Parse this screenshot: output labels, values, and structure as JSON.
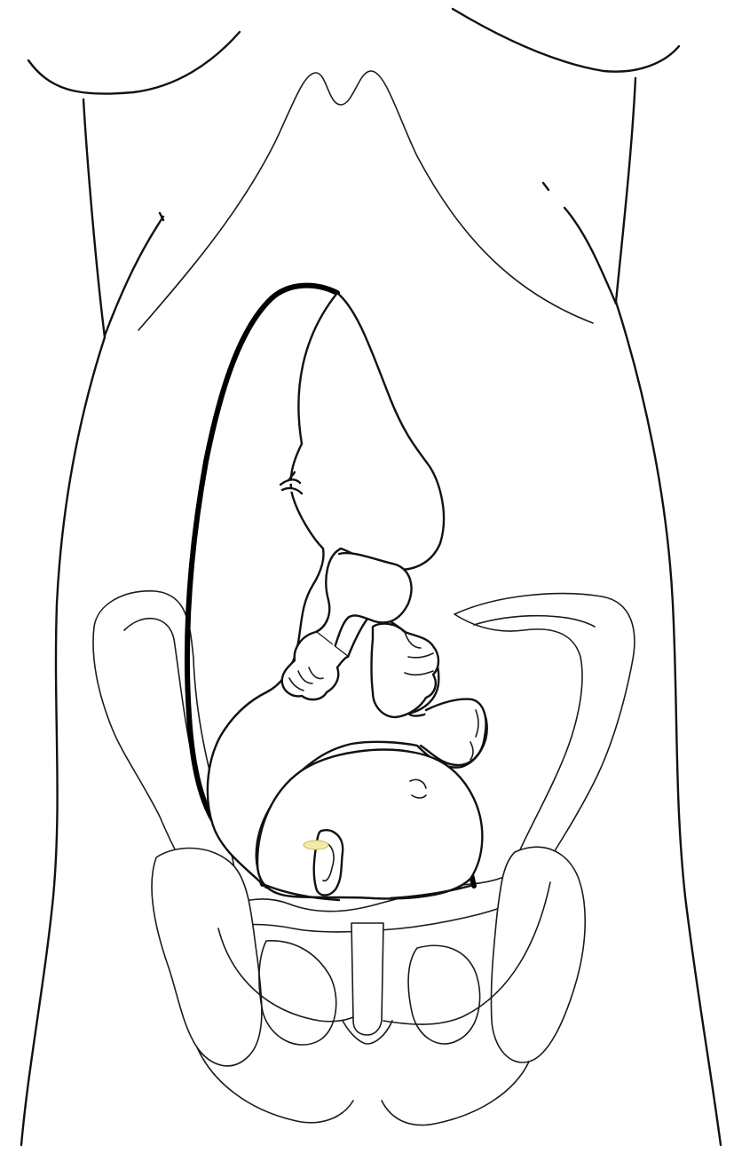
{
  "diagram": {
    "style": "black line drawing on white",
    "background": "#ffffff",
    "ink": "#111111",
    "parts": [
      "torso-outline",
      "costal-margin",
      "pelvis",
      "uterus-wall",
      "fetus"
    ],
    "labels": []
  }
}
